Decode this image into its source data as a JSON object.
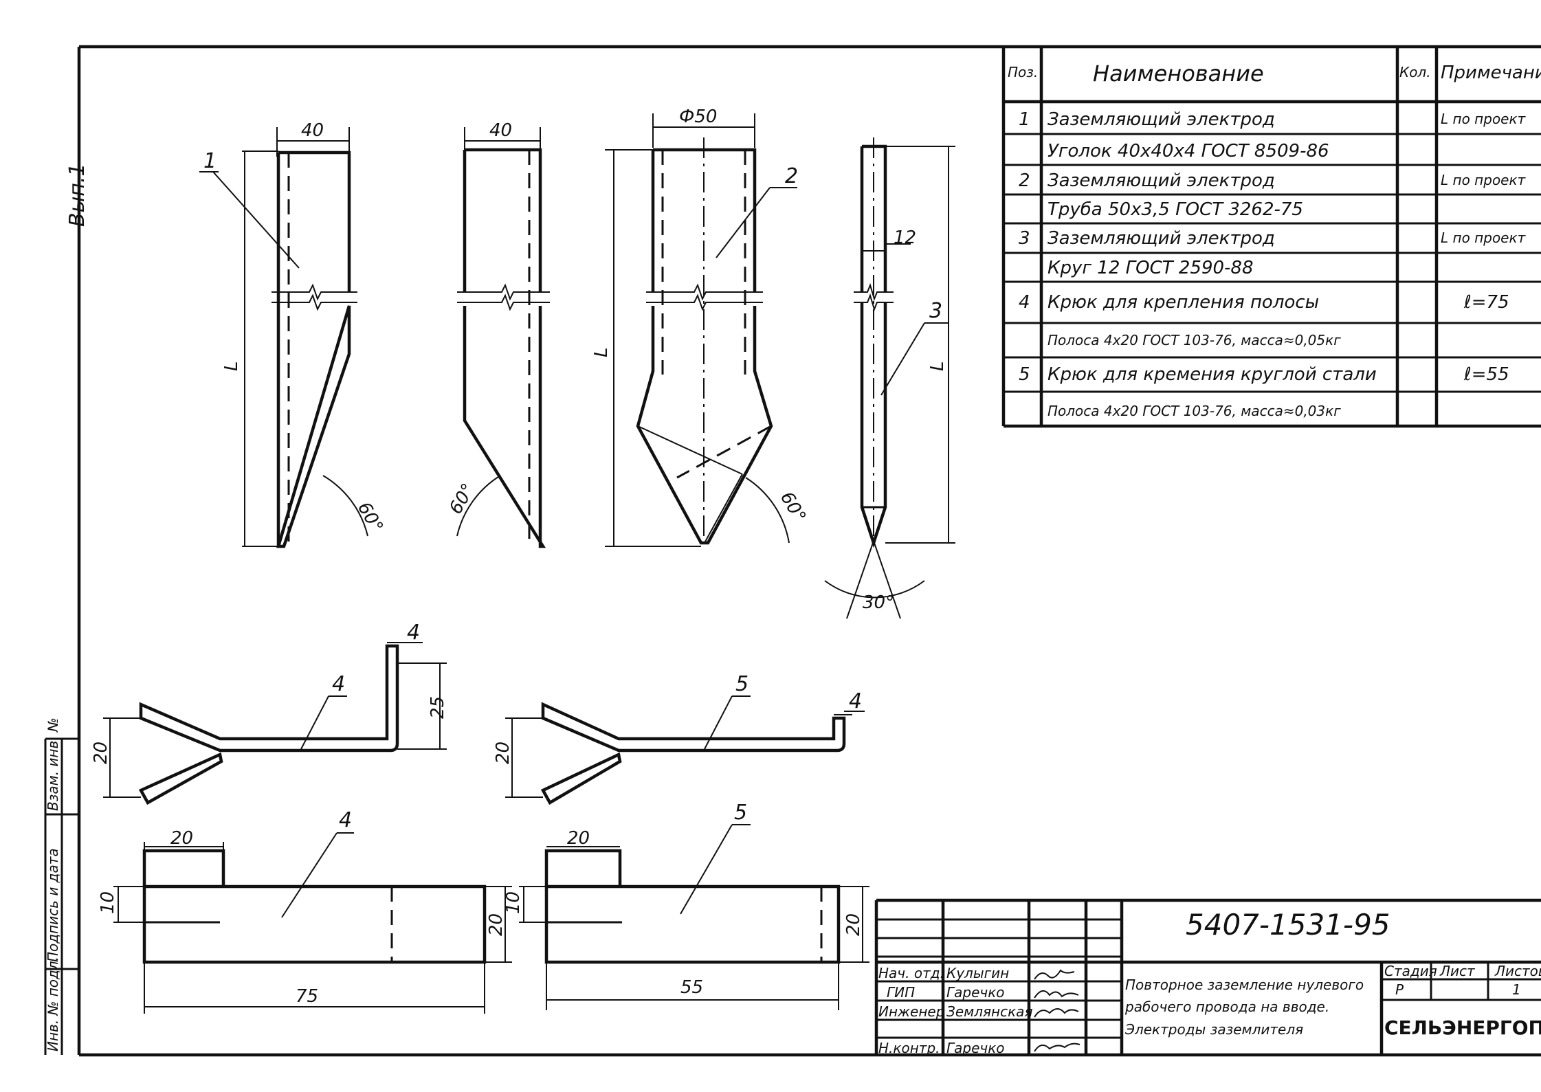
{
  "side_label": "Вып.1",
  "spec_table": {
    "headers": {
      "pos": "Поз.",
      "name": "Наименование",
      "qty": "Кол.",
      "note": "Примечани"
    },
    "rows": [
      {
        "pos": "1",
        "name": "Заземляющий электрод",
        "note": "L по проект"
      },
      {
        "pos": "",
        "name": "Уголок 40x40x4 ГОСТ 8509-86",
        "note": ""
      },
      {
        "pos": "2",
        "name": "Заземляющий электрод",
        "note": "L по проект"
      },
      {
        "pos": "",
        "name": "Труба 50x3,5 ГОСТ 3262-75",
        "note": ""
      },
      {
        "pos": "3",
        "name": "Заземляющий электрод",
        "note": "L по проект"
      },
      {
        "pos": "",
        "name": "Круг 12 ГОСТ 2590-88",
        "note": ""
      },
      {
        "pos": "4",
        "name": "Крюк для крепления полосы",
        "note": "ℓ=75"
      },
      {
        "pos": "",
        "name": "Полоса 4x20 ГОСТ 103-76, масса≈0,05кг",
        "note": ""
      },
      {
        "pos": "5",
        "name": "Крюк для кремения круглой стали",
        "note": "ℓ=55"
      },
      {
        "pos": "",
        "name": "Полоса 4x20 ГОСТ 103-76, масса≈0,03кг",
        "note": ""
      }
    ]
  },
  "electrodes": {
    "e1": {
      "width": "40",
      "length": "L",
      "callout": "1",
      "angle": "60°"
    },
    "e1b": {
      "width": "40",
      "angle": "60°"
    },
    "e2": {
      "width": "Ф50",
      "length": "L",
      "callout": "2",
      "angle": "60°"
    },
    "e3": {
      "width": "12",
      "length": "L",
      "callout": "3",
      "angle": "30°"
    }
  },
  "hooks": {
    "h4": {
      "callout": "4",
      "thickness": "4",
      "height": "25",
      "fork": "20"
    },
    "h5": {
      "callout": "5",
      "thickness": "4",
      "fork": "20"
    }
  },
  "strips": {
    "s4": {
      "callout": "4",
      "tab": "20",
      "cut": "10",
      "width": "20",
      "length": "75"
    },
    "s5": {
      "callout": "5",
      "tab": "20",
      "cut": "10",
      "width": "20",
      "length": "55"
    }
  },
  "left_stamp": {
    "inv_orig": "Инв. № подл.",
    "sign_date": "Подпись и дата",
    "inv_dup": "Взам. инв. №"
  },
  "title_block": {
    "doc_code": "5407-1531-95",
    "people": [
      {
        "role": "Нач. отд.",
        "name": "Кулыгин"
      },
      {
        "role": "ГИП",
        "name": "Гаречко"
      },
      {
        "role": "Инженер",
        "name": "Землянская"
      },
      {
        "role": "",
        "name": ""
      },
      {
        "role": "Н.контр.",
        "name": "Гаречко"
      }
    ],
    "title_line1": "Повторное заземление нулевого",
    "title_line2": "рабочего провода на вводе.",
    "title_line3": "Электроды заземлителя",
    "stage_label": "Стадия",
    "sheet_label": "Лист",
    "sheets_label": "Листов",
    "stage": "Р",
    "sheets": "1",
    "org": "СЕЛЬЭНЕРГОПРОЕ"
  }
}
